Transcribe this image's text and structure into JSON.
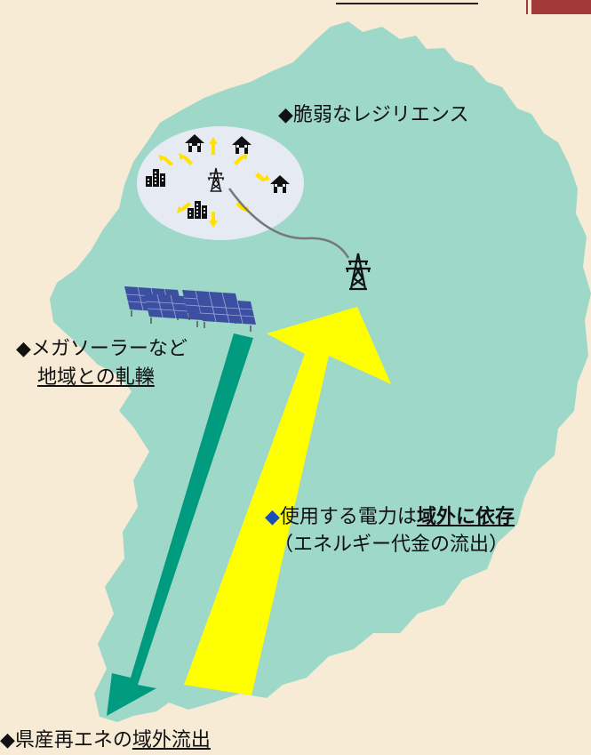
{
  "labels": {
    "resilience": "◆脆弱なレジリエンス",
    "mega_line1": "◆メガソーラーなど",
    "mega_line2": "地域との軋轢",
    "dep_prefix": "◆",
    "dep_text": "使用する電力は",
    "dep_bold": "域外に依存",
    "dep_line2": "（エネルギー代金の流出）",
    "outflow_prefix": "◆県産再エネの",
    "outflow_underlined": "域外流出"
  },
  "colors": {
    "background": "#f7ebd6",
    "region": "#9ed8c9",
    "grid_oval": "#e6ebf3",
    "inflow_arrow": "#ffff00",
    "outflow_arrow": "#009a7e",
    "small_arrows": "#ffe200",
    "accent_bar": "#a23a3a"
  },
  "icons": [
    "house-icon",
    "building-icon",
    "power-tower-icon",
    "solar-panel-icon"
  ]
}
